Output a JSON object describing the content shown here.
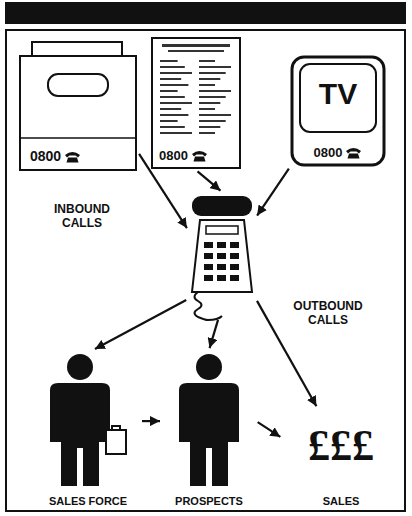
{
  "diagram": {
    "nodes": [
      {
        "text": [
          "0800"
        ]
      },
      {
        "text": [
          "0800"
        ]
      },
      {
        "text": [
          "TV",
          "0800"
        ]
      },
      {
        "text": []
      },
      {
        "text": [
          "SALES FORCE"
        ]
      },
      {
        "text": [
          "PROSPECTS"
        ]
      },
      {
        "text": [
          "£££",
          "SALES"
        ]
      }
    ],
    "edges": [
      {
        "from": 0,
        "to": 3,
        "arrow": "to"
      },
      {
        "from": 1,
        "to": 3,
        "arrow": "to"
      },
      {
        "from": 2,
        "to": 3,
        "arrow": "to"
      },
      {
        "from": 3,
        "to": 4,
        "arrow": "to"
      },
      {
        "from": 3,
        "to": 5,
        "arrow": "to"
      },
      {
        "from": 3,
        "to": 6,
        "arrow": "to"
      },
      {
        "from": 4,
        "to": 5,
        "arrow": "to"
      },
      {
        "from": 5,
        "to": 6,
        "arrow": "to"
      }
    ],
    "labels": [
      "INBOUND CALLS",
      "OUTBOUND CALLS"
    ]
  }
}
